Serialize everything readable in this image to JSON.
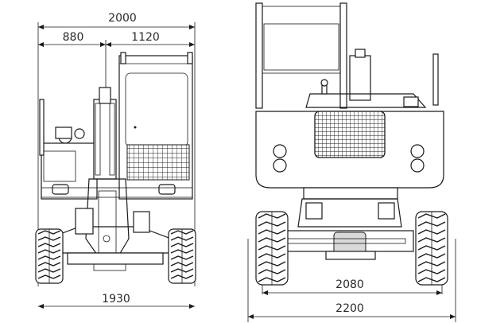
{
  "diagram": {
    "front_view": {
      "dimensions": {
        "overall_width": "2000",
        "left_offset": "880",
        "right_offset": "1120",
        "track_width": "1930"
      }
    },
    "rear_view": {
      "dimensions": {
        "wheel_track": "2080",
        "overall_width": "2200"
      }
    }
  }
}
